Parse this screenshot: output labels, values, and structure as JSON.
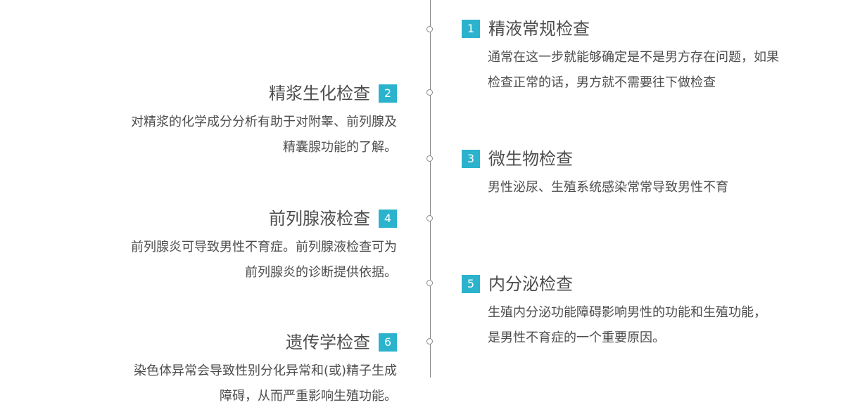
{
  "steps": [
    {
      "num": "1",
      "title": "精液常规检查",
      "lines": [
        "通常在这一步就能够确定是不是男方存在问题，如果",
        "检查正常的话，男方就不需要往下做检查"
      ]
    },
    {
      "num": "2",
      "title": "精浆生化检查",
      "lines": [
        "对精浆的化学成分分析有助于对附睾、前列腺及",
        "精囊腺功能的了解。"
      ]
    },
    {
      "num": "3",
      "title": "微生物检查",
      "lines": [
        "男性泌尿、生殖系统感染常常导致男性不育"
      ]
    },
    {
      "num": "4",
      "title": "前列腺液检查",
      "lines": [
        "前列腺炎可导致男性不育症。前列腺液检查可为",
        "前列腺炎的诊断提供依据。"
      ]
    },
    {
      "num": "5",
      "title": "内分泌检查",
      "lines": [
        "生殖内分泌功能障碍影响男性的功能和生殖功能，",
        "是男性不育症的一个重要原因。"
      ]
    },
    {
      "num": "6",
      "title": "遗传学检查",
      "lines": [
        "染色体异常会导致性别分化异常和(或)精子生成",
        "障碍，从而严重影响生殖功能。"
      ]
    }
  ]
}
